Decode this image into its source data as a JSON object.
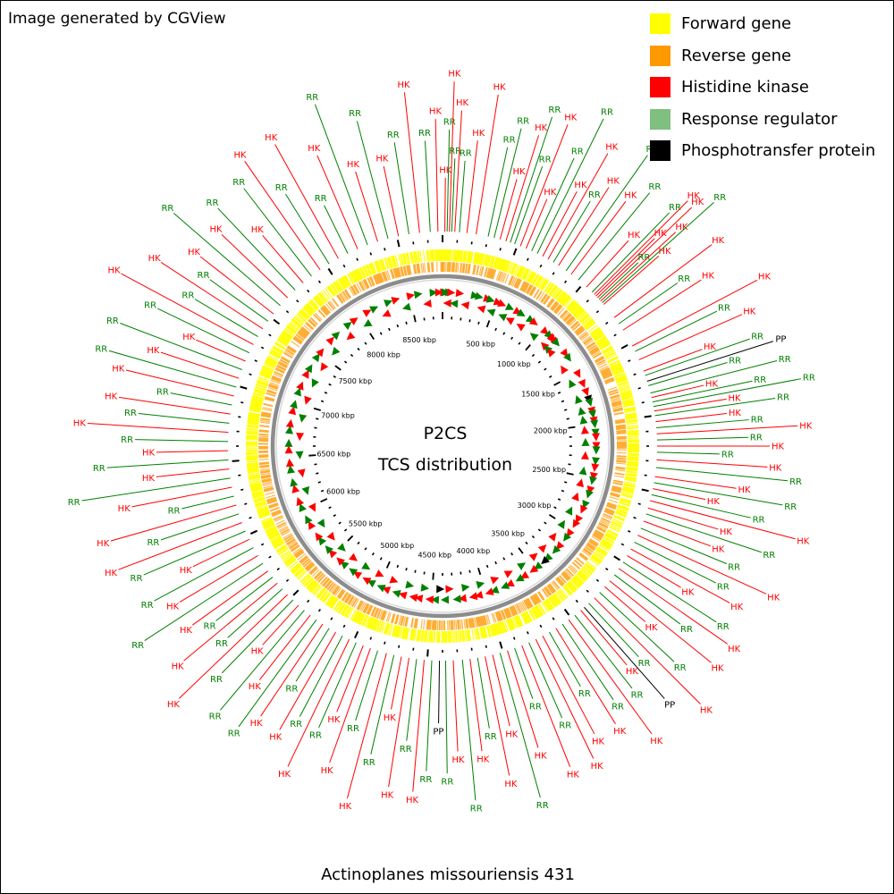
{
  "credit": "Image generated by CGView",
  "legend": [
    {
      "label": "Forward gene",
      "color": "#ffff00"
    },
    {
      "label": "Reverse gene",
      "color": "#ff9900"
    },
    {
      "label": "Histidine kinase",
      "color": "#ff0000"
    },
    {
      "label": "Response regulator",
      "color": "#7fbf7f"
    },
    {
      "label": "Phosphotransfer protein",
      "color": "#000000"
    }
  ],
  "center": {
    "line1": "P2CS",
    "line2": "TCS distribution"
  },
  "organism": "Actinoplanes missouriensis 431",
  "genome_length_kbp": 8800,
  "scale_labels_kbp": [
    500,
    1000,
    1500,
    2000,
    2500,
    3000,
    3500,
    4000,
    4500,
    5000,
    5500,
    6000,
    6500,
    7000,
    7500,
    8000,
    8500
  ],
  "scale_unit": "kbp",
  "colors": {
    "forward_gene": "#ffff00",
    "reverse_gene": "#ff9900",
    "histidine_kinase": "#ff0000",
    "response_regulator": "#008000",
    "phosphotransfer_protein": "#000000",
    "backbone": "#808080"
  },
  "features": [
    {
      "kbp": 15,
      "type": "HK",
      "strand": "+"
    },
    {
      "kbp": 30,
      "type": "RR",
      "strand": "+"
    },
    {
      "kbp": 45,
      "type": "HK",
      "strand": "-"
    },
    {
      "kbp": 60,
      "type": "RR",
      "strand": "+"
    },
    {
      "kbp": 80,
      "type": "HK",
      "strand": "+"
    },
    {
      "kbp": 110,
      "type": "RR",
      "strand": "-"
    },
    {
      "kbp": 160,
      "type": "HK",
      "strand": "+"
    },
    {
      "kbp": 220,
      "type": "HK",
      "strand": "-"
    },
    {
      "kbp": 300,
      "type": "RR",
      "strand": "+"
    },
    {
      "kbp": 340,
      "type": "RR",
      "strand": "+"
    },
    {
      "kbp": 380,
      "type": "HK",
      "strand": "-"
    },
    {
      "kbp": 420,
      "type": "HK",
      "strand": "+"
    },
    {
      "kbp": 450,
      "type": "RR",
      "strand": "+"
    },
    {
      "kbp": 480,
      "type": "RR",
      "strand": "-"
    },
    {
      "kbp": 520,
      "type": "HK",
      "strand": "+"
    },
    {
      "kbp": 560,
      "type": "HK",
      "strand": "+"
    },
    {
      "kbp": 600,
      "type": "RR",
      "strand": "-"
    },
    {
      "kbp": 640,
      "type": "RR",
      "strand": "+"
    },
    {
      "kbp": 680,
      "type": "HK",
      "strand": "-"
    },
    {
      "kbp": 720,
      "type": "HK",
      "strand": "+"
    },
    {
      "kbp": 760,
      "type": "RR",
      "strand": "+"
    },
    {
      "kbp": 800,
      "type": "HK",
      "strand": "-"
    },
    {
      "kbp": 860,
      "type": "RR",
      "strand": "+"
    },
    {
      "kbp": 900,
      "type": "HK",
      "strand": "+"
    },
    {
      "kbp": 960,
      "type": "RR",
      "strand": "-"
    },
    {
      "kbp": 1030,
      "type": "HK",
      "strand": "+"
    },
    {
      "kbp": 1080,
      "type": "RR",
      "strand": "+"
    },
    {
      "kbp": 1100,
      "type": "HK",
      "strand": "-"
    },
    {
      "kbp": 1115,
      "type": "HK",
      "strand": "+"
    },
    {
      "kbp": 1130,
      "type": "HK",
      "strand": "+"
    },
    {
      "kbp": 1145,
      "type": "RR",
      "strand": "-"
    },
    {
      "kbp": 1160,
      "type": "HK",
      "strand": "+"
    },
    {
      "kbp": 1175,
      "type": "RR",
      "strand": "+"
    },
    {
      "kbp": 1190,
      "type": "HK",
      "strand": "-"
    },
    {
      "kbp": 1300,
      "type": "HK",
      "strand": "+"
    },
    {
      "kbp": 1350,
      "type": "RR",
      "strand": "+"
    },
    {
      "kbp": 1400,
      "type": "HK",
      "strand": "-"
    },
    {
      "kbp": 1520,
      "type": "HK",
      "strand": "+"
    },
    {
      "kbp": 1560,
      "type": "RR",
      "strand": "-"
    },
    {
      "kbp": 1620,
      "type": "HK",
      "strand": "+"
    },
    {
      "kbp": 1700,
      "type": "HK",
      "strand": "+"
    },
    {
      "kbp": 1730,
      "type": "RR",
      "strand": "-"
    },
    {
      "kbp": 1770,
      "type": "PP",
      "strand": "+"
    },
    {
      "kbp": 1800,
      "type": "RR",
      "strand": "+"
    },
    {
      "kbp": 1850,
      "type": "RR",
      "strand": "-"
    },
    {
      "kbp": 1880,
      "type": "HK",
      "strand": "+"
    },
    {
      "kbp": 1910,
      "type": "RR",
      "strand": "+"
    },
    {
      "kbp": 1940,
      "type": "RR",
      "strand": "-"
    },
    {
      "kbp": 1970,
      "type": "HK",
      "strand": "+"
    },
    {
      "kbp": 2000,
      "type": "RR",
      "strand": "+"
    },
    {
      "kbp": 2040,
      "type": "HK",
      "strand": "-"
    },
    {
      "kbp": 2080,
      "type": "RR",
      "strand": "+"
    },
    {
      "kbp": 2120,
      "type": "HK",
      "strand": "+"
    },
    {
      "kbp": 2160,
      "type": "RR",
      "strand": "-"
    },
    {
      "kbp": 2200,
      "type": "HK",
      "strand": "+"
    },
    {
      "kbp": 2240,
      "type": "RR",
      "strand": "+"
    },
    {
      "kbp": 2290,
      "type": "HK",
      "strand": "-"
    },
    {
      "kbp": 2340,
      "type": "RR",
      "strand": "+"
    },
    {
      "kbp": 2400,
      "type": "HK",
      "strand": "+"
    },
    {
      "kbp": 2440,
      "type": "RR",
      "strand": "-"
    },
    {
      "kbp": 2480,
      "type": "HK",
      "strand": "+"
    },
    {
      "kbp": 2520,
      "type": "RR",
      "strand": "+"
    },
    {
      "kbp": 2560,
      "type": "HK",
      "strand": "-"
    },
    {
      "kbp": 2610,
      "type": "HK",
      "strand": "+"
    },
    {
      "kbp": 2650,
      "type": "RR",
      "strand": "+"
    },
    {
      "kbp": 2700,
      "type": "HK",
      "strand": "-"
    },
    {
      "kbp": 2750,
      "type": "RR",
      "strand": "+"
    },
    {
      "kbp": 2800,
      "type": "HK",
      "strand": "+"
    },
    {
      "kbp": 2850,
      "type": "RR",
      "strand": "-"
    },
    {
      "kbp": 2900,
      "type": "HK",
      "strand": "+"
    },
    {
      "kbp": 2950,
      "type": "HK",
      "strand": "+"
    },
    {
      "kbp": 3000,
      "type": "RR",
      "strand": "-"
    },
    {
      "kbp": 3050,
      "type": "HK",
      "strand": "+"
    },
    {
      "kbp": 3100,
      "type": "RR",
      "strand": "+"
    },
    {
      "kbp": 3150,
      "type": "HK",
      "strand": "-"
    },
    {
      "kbp": 3200,
      "type": "HK",
      "strand": "+"
    },
    {
      "kbp": 3250,
      "type": "RR",
      "strand": "+"
    },
    {
      "kbp": 3300,
      "type": "HK",
      "strand": "-"
    },
    {
      "kbp": 3350,
      "type": "RR",
      "strand": "+"
    },
    {
      "kbp": 3390,
      "type": "PP",
      "strand": "+"
    },
    {
      "kbp": 3420,
      "type": "HK",
      "strand": "-"
    },
    {
      "kbp": 3470,
      "type": "RR",
      "strand": "+"
    },
    {
      "kbp": 3520,
      "type": "HK",
      "strand": "+"
    },
    {
      "kbp": 3570,
      "type": "RR",
      "strand": "-"
    },
    {
      "kbp": 3620,
      "type": "HK",
      "strand": "+"
    },
    {
      "kbp": 3670,
      "type": "RR",
      "strand": "+"
    },
    {
      "kbp": 3720,
      "type": "HK",
      "strand": "-"
    },
    {
      "kbp": 3770,
      "type": "HK",
      "strand": "+"
    },
    {
      "kbp": 3820,
      "type": "RR",
      "strand": "+"
    },
    {
      "kbp": 3870,
      "type": "HK",
      "strand": "-"
    },
    {
      "kbp": 3920,
      "type": "RR",
      "strand": "+"
    },
    {
      "kbp": 3970,
      "type": "HK",
      "strand": "+"
    },
    {
      "kbp": 4020,
      "type": "RR",
      "strand": "-"
    },
    {
      "kbp": 4070,
      "type": "HK",
      "strand": "+"
    },
    {
      "kbp": 4120,
      "type": "HK",
      "strand": "+"
    },
    {
      "kbp": 4170,
      "type": "RR",
      "strand": "-"
    },
    {
      "kbp": 4220,
      "type": "HK",
      "strand": "+"
    },
    {
      "kbp": 4270,
      "type": "RR",
      "strand": "+"
    },
    {
      "kbp": 4330,
      "type": "HK",
      "strand": "-"
    },
    {
      "kbp": 4380,
      "type": "RR",
      "strand": "+"
    },
    {
      "kbp": 4420,
      "type": "PP",
      "strand": "-"
    },
    {
      "kbp": 4470,
      "type": "RR",
      "strand": "+"
    },
    {
      "kbp": 4520,
      "type": "HK",
      "strand": "+"
    },
    {
      "kbp": 4570,
      "type": "RR",
      "strand": "-"
    },
    {
      "kbp": 4620,
      "type": "HK",
      "strand": "+"
    },
    {
      "kbp": 4670,
      "type": "HK",
      "strand": "+"
    },
    {
      "kbp": 4720,
      "type": "RR",
      "strand": "-"
    },
    {
      "kbp": 4770,
      "type": "HK",
      "strand": "+"
    },
    {
      "kbp": 4830,
      "type": "RR",
      "strand": "+"
    },
    {
      "kbp": 4880,
      "type": "HK",
      "strand": "-"
    },
    {
      "kbp": 4930,
      "type": "HK",
      "strand": "+"
    },
    {
      "kbp": 4980,
      "type": "RR",
      "strand": "+"
    },
    {
      "kbp": 5030,
      "type": "HK",
      "strand": "-"
    },
    {
      "kbp": 5080,
      "type": "RR",
      "strand": "+"
    },
    {
      "kbp": 5130,
      "type": "HK",
      "strand": "+"
    },
    {
      "kbp": 5180,
      "type": "RR",
      "strand": "-"
    },
    {
      "kbp": 5230,
      "type": "HK",
      "strand": "+"
    },
    {
      "kbp": 5280,
      "type": "RR",
      "strand": "+"
    },
    {
      "kbp": 5330,
      "type": "HK",
      "strand": "-"
    },
    {
      "kbp": 5380,
      "type": "RR",
      "strand": "+"
    },
    {
      "kbp": 5430,
      "type": "HK",
      "strand": "+"
    },
    {
      "kbp": 5480,
      "type": "RR",
      "strand": "-"
    },
    {
      "kbp": 5530,
      "type": "HK",
      "strand": "+"
    },
    {
      "kbp": 5580,
      "type": "RR",
      "strand": "+"
    },
    {
      "kbp": 5630,
      "type": "HK",
      "strand": "-"
    },
    {
      "kbp": 5680,
      "type": "RR",
      "strand": "+"
    },
    {
      "kbp": 5730,
      "type": "HK",
      "strand": "+"
    },
    {
      "kbp": 5790,
      "type": "RR",
      "strand": "-"
    },
    {
      "kbp": 5850,
      "type": "HK",
      "strand": "+"
    },
    {
      "kbp": 5910,
      "type": "RR",
      "strand": "+"
    },
    {
      "kbp": 5970,
      "type": "HK",
      "strand": "-"
    },
    {
      "kbp": 6030,
      "type": "RR",
      "strand": "+"
    },
    {
      "kbp": 6090,
      "type": "HK",
      "strand": "+"
    },
    {
      "kbp": 6150,
      "type": "RR",
      "strand": "-"
    },
    {
      "kbp": 6210,
      "type": "HK",
      "strand": "+"
    },
    {
      "kbp": 6270,
      "type": "RR",
      "strand": "+"
    },
    {
      "kbp": 6330,
      "type": "HK",
      "strand": "-"
    },
    {
      "kbp": 6390,
      "type": "RR",
      "strand": "+"
    },
    {
      "kbp": 6450,
      "type": "HK",
      "strand": "+"
    },
    {
      "kbp": 6510,
      "type": "RR",
      "strand": "-"
    },
    {
      "kbp": 6570,
      "type": "HK",
      "strand": "+"
    },
    {
      "kbp": 6630,
      "type": "RR",
      "strand": "+"
    },
    {
      "kbp": 6690,
      "type": "HK",
      "strand": "-"
    },
    {
      "kbp": 6750,
      "type": "RR",
      "strand": "+"
    },
    {
      "kbp": 6810,
      "type": "HK",
      "strand": "+"
    },
    {
      "kbp": 6870,
      "type": "RR",
      "strand": "-"
    },
    {
      "kbp": 6930,
      "type": "HK",
      "strand": "+"
    },
    {
      "kbp": 6990,
      "type": "RR",
      "strand": "+"
    },
    {
      "kbp": 7050,
      "type": "HK",
      "strand": "-"
    },
    {
      "kbp": 7110,
      "type": "RR",
      "strand": "+"
    },
    {
      "kbp": 7170,
      "type": "HK",
      "strand": "+"
    },
    {
      "kbp": 7230,
      "type": "RR",
      "strand": "-"
    },
    {
      "kbp": 7290,
      "type": "HK",
      "strand": "+"
    },
    {
      "kbp": 7350,
      "type": "RR",
      "strand": "+"
    },
    {
      "kbp": 7410,
      "type": "HK",
      "strand": "-"
    },
    {
      "kbp": 7470,
      "type": "RR",
      "strand": "+"
    },
    {
      "kbp": 7530,
      "type": "HK",
      "strand": "+"
    },
    {
      "kbp": 7600,
      "type": "RR",
      "strand": "-"
    },
    {
      "kbp": 7670,
      "type": "HK",
      "strand": "+"
    },
    {
      "kbp": 7740,
      "type": "RR",
      "strand": "+"
    },
    {
      "kbp": 7810,
      "type": "HK",
      "strand": "-"
    },
    {
      "kbp": 7880,
      "type": "RR",
      "strand": "+"
    },
    {
      "kbp": 7950,
      "type": "HK",
      "strand": "+"
    },
    {
      "kbp": 8020,
      "type": "RR",
      "strand": "-"
    },
    {
      "kbp": 8090,
      "type": "HK",
      "strand": "+"
    },
    {
      "kbp": 8160,
      "type": "RR",
      "strand": "+"
    },
    {
      "kbp": 8230,
      "type": "HK",
      "strand": "-"
    },
    {
      "kbp": 8300,
      "type": "RR",
      "strand": "+"
    },
    {
      "kbp": 8370,
      "type": "HK",
      "strand": "+"
    },
    {
      "kbp": 8440,
      "type": "RR",
      "strand": "-"
    },
    {
      "kbp": 8510,
      "type": "HK",
      "strand": "+"
    },
    {
      "kbp": 8580,
      "type": "RR",
      "strand": "+"
    },
    {
      "kbp": 8650,
      "type": "HK",
      "strand": "-"
    },
    {
      "kbp": 8720,
      "type": "RR",
      "strand": "+"
    },
    {
      "kbp": 8770,
      "type": "HK",
      "strand": "+"
    }
  ]
}
